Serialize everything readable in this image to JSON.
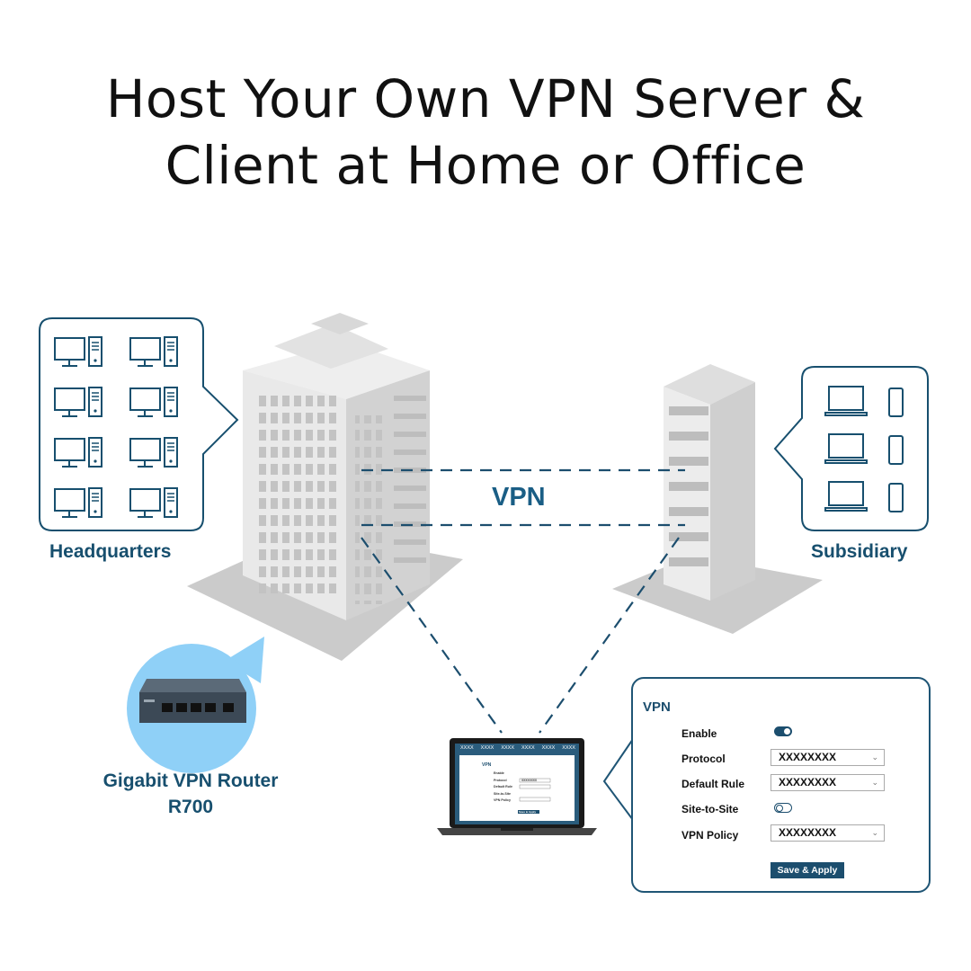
{
  "headline": {
    "line1": "Host Your Own VPN Server &",
    "line2": "Client at Home or Office"
  },
  "labels": {
    "headquarters": "Headquarters",
    "subsidiary": "Subsidiary",
    "vpn_link": "VPN",
    "router_line1": "Gigabit VPN Router",
    "router_line2": "R700"
  },
  "settings_panel": {
    "title": "VPN",
    "enable_label": "Enable",
    "enable_on": true,
    "protocol_label": "Protocol",
    "protocol_value": "XXXXXXXX",
    "default_rule_label": "Default Rule",
    "default_rule_value": "XXXXXXXX",
    "site_to_site_label": "Site-to-Site",
    "site_to_site_on": false,
    "vpn_policy_label": "VPN Policy",
    "vpn_policy_value": "XXXXXXXX",
    "save_label": "Save & Apply"
  },
  "laptop_screen": {
    "tabs": [
      "XXXX",
      "XXXX",
      "XXXX",
      "XXXX",
      "XXXX",
      "XXXX"
    ],
    "title": "VPN",
    "rows": [
      "Enable",
      "Protocol",
      "Default Rule",
      "Site-to-Site",
      "VPN Policy"
    ],
    "value": "XXXXXXXX",
    "save_label": "Save & Apply"
  },
  "icons": {
    "hq_devices": "desktop-computer-icon",
    "subsidiary_devices": [
      "laptop-icon",
      "smartphone-icon"
    ],
    "router": "network-router-icon"
  },
  "colors": {
    "accent": "#174f6e",
    "router_bubble": "#8fd0f7",
    "building_gray": "#d6d6d6",
    "shadow": "#c9c9c9"
  }
}
